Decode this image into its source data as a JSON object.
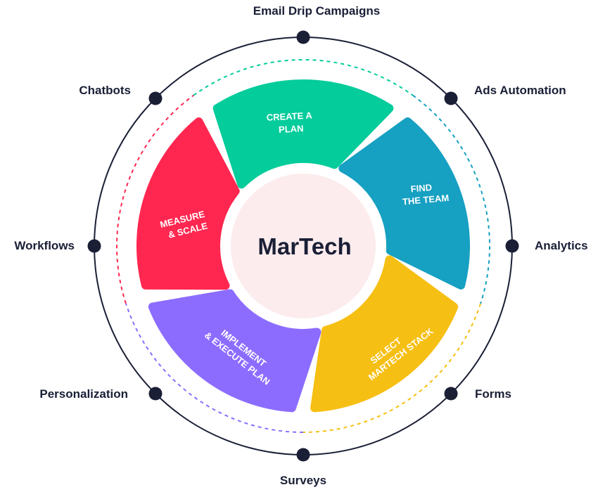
{
  "title": "MarTech",
  "colors": {
    "dark": "#1a1f36",
    "center": "#fdeced",
    "green": "#05cc9b",
    "blue": "#16a0c2",
    "yellow": "#f6bf13",
    "purple": "#8c6cff",
    "red": "#ff2750"
  },
  "segments": [
    {
      "line1": "CREATE A",
      "line2": "PLAN",
      "color": "#05cc9b"
    },
    {
      "line1": "FIND",
      "line2": "THE TEAM",
      "color": "#16a0c2"
    },
    {
      "line1": "SELECT",
      "line2": "MARTECH STACK",
      "color": "#f6bf13"
    },
    {
      "line1": "IMPLEMENT",
      "line2": "& EXECUTE PLAN",
      "color": "#8c6cff"
    },
    {
      "line1": "MEASURE",
      "line2": "& SCALE",
      "color": "#ff2750"
    }
  ],
  "outer_labels": [
    "Email Drip Campaigns",
    "Ads Automation",
    "Analytics",
    "Forms",
    "Surveys",
    "Personalization",
    "Workflows",
    "Chatbots"
  ]
}
